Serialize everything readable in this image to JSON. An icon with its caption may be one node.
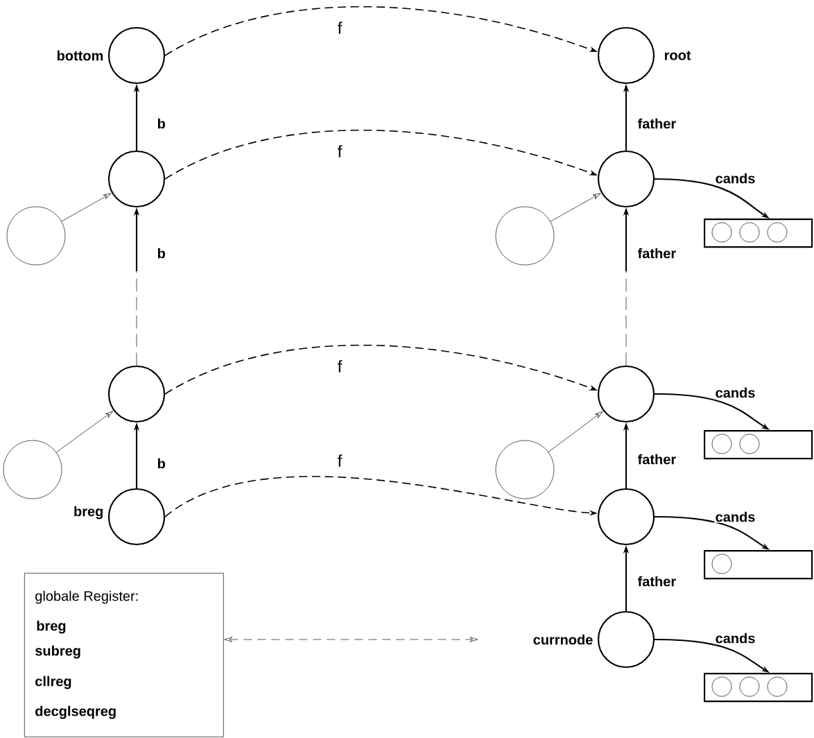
{
  "diagram": {
    "nodes": [
      {
        "text": [],
        "shape": "circle",
        "beside": [
          "bottom"
        ]
      },
      {
        "text": [],
        "shape": "circle",
        "beside": [
          "root"
        ]
      },
      {
        "text": [],
        "shape": "circle"
      },
      {
        "text": [],
        "shape": "circle"
      },
      {
        "text": [],
        "shape": "circle"
      },
      {
        "text": [],
        "shape": "circle"
      },
      {
        "text": [],
        "shape": "box"
      },
      {
        "text": [],
        "shape": "circle",
        "in": 6
      },
      {
        "text": [],
        "shape": "circle",
        "in": 6
      },
      {
        "text": [],
        "shape": "circle",
        "in": 6
      },
      {
        "text": [],
        "shape": "circle"
      },
      {
        "text": [],
        "shape": "circle"
      },
      {
        "text": [],
        "shape": "circle"
      },
      {
        "text": [],
        "shape": "circle"
      },
      {
        "text": [],
        "shape": "box"
      },
      {
        "text": [],
        "shape": "circle",
        "in": 14
      },
      {
        "text": [],
        "shape": "circle",
        "in": 14
      },
      {
        "text": [],
        "shape": "circle",
        "beside": [
          "breg"
        ]
      },
      {
        "text": [],
        "shape": "circle"
      },
      {
        "text": [],
        "shape": "box"
      },
      {
        "text": [],
        "shape": "circle",
        "in": 19
      },
      {
        "text": [
          "globale Register:",
          "breg",
          "subreg",
          "cllreg",
          "decglseqreg"
        ]
      },
      {
        "text": [],
        "shape": "circle",
        "beside": [
          "currnode"
        ]
      },
      {
        "text": [],
        "shape": "box"
      },
      {
        "text": [],
        "shape": "circle",
        "in": 23
      },
      {
        "text": [],
        "shape": "circle",
        "in": 23
      },
      {
        "text": [],
        "shape": "circle",
        "in": 23
      }
    ],
    "edges": [
      {
        "from": 2,
        "to": 0,
        "arrow": "to",
        "label": "b"
      },
      {
        "from": 10,
        "to": 2,
        "arrow": "to",
        "label": "b",
        "style": "dashed"
      },
      {
        "from": 17,
        "to": 10,
        "arrow": "to",
        "label": "b"
      },
      {
        "from": 3,
        "to": 1,
        "arrow": "to",
        "label": "father"
      },
      {
        "from": 11,
        "to": 3,
        "arrow": "to",
        "label": "father",
        "style": "dashed"
      },
      {
        "from": 18,
        "to": 11,
        "arrow": "to",
        "label": "father"
      },
      {
        "from": 22,
        "to": 18,
        "arrow": "to",
        "label": "father"
      },
      {
        "from": 0,
        "to": 1,
        "arrow": "to",
        "label": "f",
        "style": "dashed"
      },
      {
        "from": 2,
        "to": 3,
        "arrow": "to",
        "label": "f",
        "style": "dashed"
      },
      {
        "from": 10,
        "to": 11,
        "arrow": "to",
        "label": "f",
        "style": "dashed"
      },
      {
        "from": 17,
        "to": 18,
        "arrow": "to",
        "label": "f",
        "style": "dashed"
      },
      {
        "from": 4,
        "to": 2,
        "arrow": "to"
      },
      {
        "from": 5,
        "to": 3,
        "arrow": "to"
      },
      {
        "from": 12,
        "to": 10,
        "arrow": "to"
      },
      {
        "from": 13,
        "to": 11,
        "arrow": "to"
      },
      {
        "from": 3,
        "to": 6,
        "arrow": "to",
        "label": "cands"
      },
      {
        "from": 11,
        "to": 14,
        "arrow": "to",
        "label": "cands"
      },
      {
        "from": 18,
        "to": 19,
        "arrow": "to",
        "label": "cands"
      },
      {
        "from": 22,
        "to": 23,
        "arrow": "to",
        "label": "cands"
      },
      {
        "from": 21,
        "to": 22,
        "arrow": "both",
        "style": "dashed"
      }
    ]
  }
}
